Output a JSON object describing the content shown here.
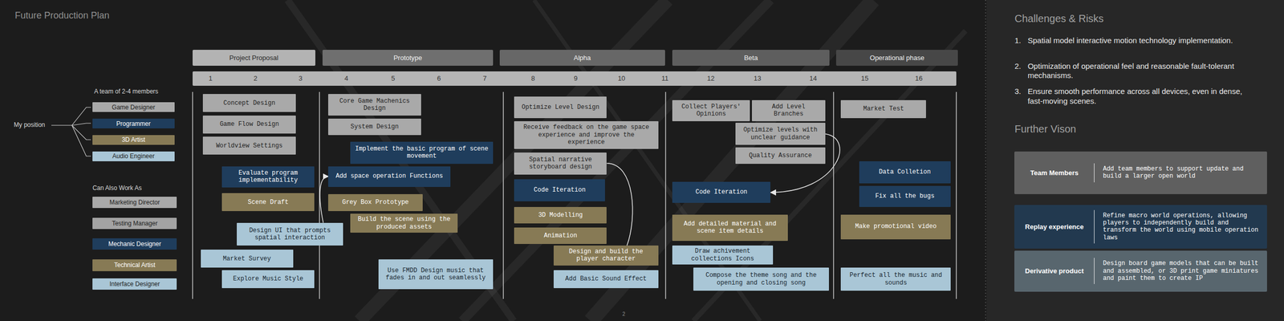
{
  "diagram": {
    "title": "Future Production Plan",
    "nodes": [
      {
        "text": [
          "Project  Proposal"
        ]
      },
      {
        "text": [
          "Prototype"
        ]
      },
      {
        "text": [
          "Alpha"
        ]
      },
      {
        "text": [
          "Beta"
        ]
      },
      {
        "text": [
          "Operational phase"
        ]
      },
      {
        "text": [
          "Concept Design"
        ]
      },
      {
        "text": [
          "Game Flow Design"
        ]
      },
      {
        "text": [
          "Worldview Settings"
        ]
      },
      {
        "text": [
          "Evaluate program implementability"
        ]
      },
      {
        "text": [
          "Scene Draft"
        ]
      },
      {
        "text": [
          "Design UI that prompts spatial interaction"
        ]
      },
      {
        "text": [
          "Market Survey"
        ]
      },
      {
        "text": [
          "Explore Music Style"
        ]
      },
      {
        "text": [
          "Core Game Machenics Design"
        ]
      },
      {
        "text": [
          "System Design"
        ]
      },
      {
        "text": [
          "Implement the basic program of scene movement"
        ]
      },
      {
        "text": [
          "Add space operation Functions"
        ]
      },
      {
        "text": [
          "Grey Box Prototype"
        ]
      },
      {
        "text": [
          "Build the scene using the produced assets"
        ]
      },
      {
        "text": [
          "Use FMDD Design music that fades in and out seamlessly"
        ]
      },
      {
        "text": [
          "Optimize Level Design"
        ]
      },
      {
        "text": [
          "Receive feedback on the game space experience and improve the experience"
        ]
      },
      {
        "text": [
          "Spatial narrative storyboard design"
        ]
      },
      {
        "text": [
          "Code Iteration"
        ]
      },
      {
        "text": [
          "3D Modelling"
        ]
      },
      {
        "text": [
          "Animation"
        ]
      },
      {
        "text": [
          "Design and build the player character"
        ]
      },
      {
        "text": [
          "Add Basic Sound Effect"
        ]
      },
      {
        "text": [
          "Collect Players' Opinions"
        ]
      },
      {
        "text": [
          "Add Level Branches"
        ]
      },
      {
        "text": [
          "Optimize levels with unclear guidance"
        ]
      },
      {
        "text": [
          "Quality Assurance"
        ]
      },
      {
        "text": [
          "Code Iteration"
        ]
      },
      {
        "text": [
          "Add detailed material and scene item details"
        ]
      },
      {
        "text": [
          "Draw achivement collections Icons"
        ]
      },
      {
        "text": [
          "Compose the theme song and the opening and closing song"
        ]
      },
      {
        "text": [
          "Market Test"
        ]
      },
      {
        "text": [
          "Data Colletion"
        ]
      },
      {
        "text": [
          "Fix all the bugs"
        ]
      },
      {
        "text": [
          "Make promotional video"
        ]
      },
      {
        "text": [
          "Perfect all the music and sounds"
        ]
      },
      {
        "text": [
          "Team Members",
          "Add team members to support update and build a larger open world"
        ]
      },
      {
        "text": [
          "Replay experience",
          "Refine macro world operations, allowing players to independently build and transform the world using mobile operation laws"
        ]
      },
      {
        "text": [
          "Derivative product",
          "Design board game models that can be built and assembled, or 3D print game miniatures and paint them to create IP"
        ]
      }
    ],
    "edges": [
      {
        "from": 10,
        "to": 16,
        "arrow": "to"
      },
      {
        "from": 22,
        "to": 26,
        "arrow": "none"
      },
      {
        "from": 30,
        "to": 32,
        "arrow": "to"
      }
    ],
    "labels": [
      "1",
      "2",
      "3",
      "4",
      "5",
      "6",
      "7",
      "8",
      "9",
      "10",
      "11",
      "12",
      "13",
      "14",
      "15",
      "16",
      "A team of 2-4 members",
      "My position",
      "Can Also Work As",
      "Challenges & Risks",
      "1.",
      "Spatial model interactive motion technology implementation.",
      "2.",
      "Optimization of operational feel and reasonable fault-tolerant mechanisms.",
      "3.",
      "Ensure smooth performance across all devices, even in dense, fast-moving scenes.",
      "Further Vison",
      "2"
    ],
    "legend": [
      {
        "text": "Game Designer",
        "color": "#a9a9a9"
      },
      {
        "text": "Programmer",
        "color": "#1f3d5c"
      },
      {
        "text": "3D Artist",
        "color": "#877a55"
      },
      {
        "text": "Audio Engineer",
        "color": "#a9c6d6"
      },
      {
        "text": "Marketing Director",
        "color": "#a9a9a9"
      },
      {
        "text": "Testing Manager",
        "color": "#a3a3a3"
      },
      {
        "text": "Mechanic Designer",
        "color": "#1f3d5c"
      },
      {
        "text": "Technical  Artist",
        "color": "#877a55"
      },
      {
        "text": "Interface Designer",
        "color": "#a9c6d6"
      }
    ]
  }
}
